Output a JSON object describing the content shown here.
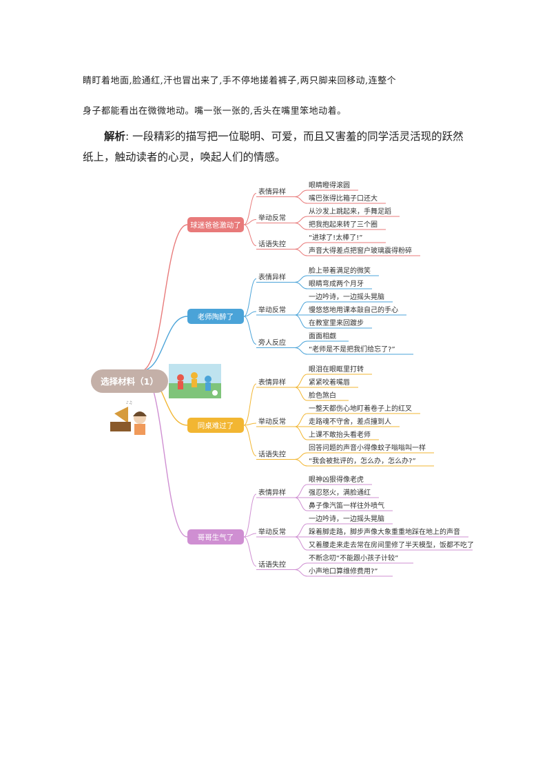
{
  "paragraphs": {
    "line1": "睛盯着地面,脸通红,汗也冒出来了,手不停地搓着裤子,两只脚来回移动,连整个",
    "line2": "身子都能看出在微微地动。嘴一张一张的,舌头在嘴里笨地动着。",
    "analysis_label": "解析",
    "analysis_text": ": 一段精彩的描写把一位聪明、可爱，而且又害羞的同学活灵活现的跃然纸上，触动读者的心灵，唤起人们的情感。"
  },
  "mindmap": {
    "root": "选择材料（1）",
    "branches": [
      {
        "label": "球迷爸爸激动了",
        "color": "#e87a7a",
        "groups": [
          {
            "category": "表情异样",
            "leaves": [
              "眼睛瞪得滚圆",
              "嘴巴张得比箱子口还大"
            ]
          },
          {
            "category": "举动反常",
            "leaves": [
              "从沙发上跳起来，手舞足蹈",
              "把我抱起来转了三个圈"
            ]
          },
          {
            "category": "话语失控",
            "leaves": [
              "“进球了!太棒了!”",
              "声音大得差点把窗户玻璃震得粉碎"
            ]
          }
        ]
      },
      {
        "label": "老师陶醉了",
        "color": "#4aa3d8",
        "groups": [
          {
            "category": "表情异样",
            "leaves": [
              "脸上带着满足的微笑",
              "眼睛弯成两个月牙"
            ]
          },
          {
            "category": "举动反常",
            "leaves": [
              "一边吟诗，一边摇头晃脑",
              "慢悠悠地用课本敲自己的手心",
              "在教室里来回踱步"
            ]
          },
          {
            "category": "旁人反应",
            "leaves": [
              "面面相觑",
              "“老师是不是把我们给忘了?”"
            ]
          }
        ]
      },
      {
        "label": "同桌难过了",
        "color": "#f2b632",
        "groups": [
          {
            "category": "表情异样",
            "leaves": [
              "眼泪在眼眶里打转",
              "紧紧咬着嘴唇",
              "脸色煞白"
            ]
          },
          {
            "category": "举动反常",
            "leaves": [
              "一整天都伤心地盯着卷子上的红叉",
              "走路魂不守舍，差点撞到人",
              "上课不敢抬头看老师"
            ]
          },
          {
            "category": "话语失控",
            "leaves": [
              "回答问题的声音小得像蚊子嗡嗡叫一样",
              "“我会被批评的，怎么办，怎么办?”"
            ]
          }
        ]
      },
      {
        "label": "哥哥生气了",
        "color": "#cf8fd2",
        "groups": [
          {
            "category": "表情异样",
            "leaves": [
              "眼神凶狠得像老虎",
              "强忍怒火，满脸通红",
              "鼻子像汽笛一样往外喷气"
            ]
          },
          {
            "category": "举动反常",
            "leaves": [
              "一边吟诗，一边摇头晃脑",
              "跺着脚走路，脚步声像大象重重地踩在地上的声音",
              "又着腰走来走去常在房间里修了半天模型，饭都不吃了"
            ]
          },
          {
            "category": "话语失控",
            "leaves": [
              "不断念叨“不能跟小孩子计较”",
              "小声地口算维修费用?”"
            ]
          }
        ]
      }
    ]
  }
}
